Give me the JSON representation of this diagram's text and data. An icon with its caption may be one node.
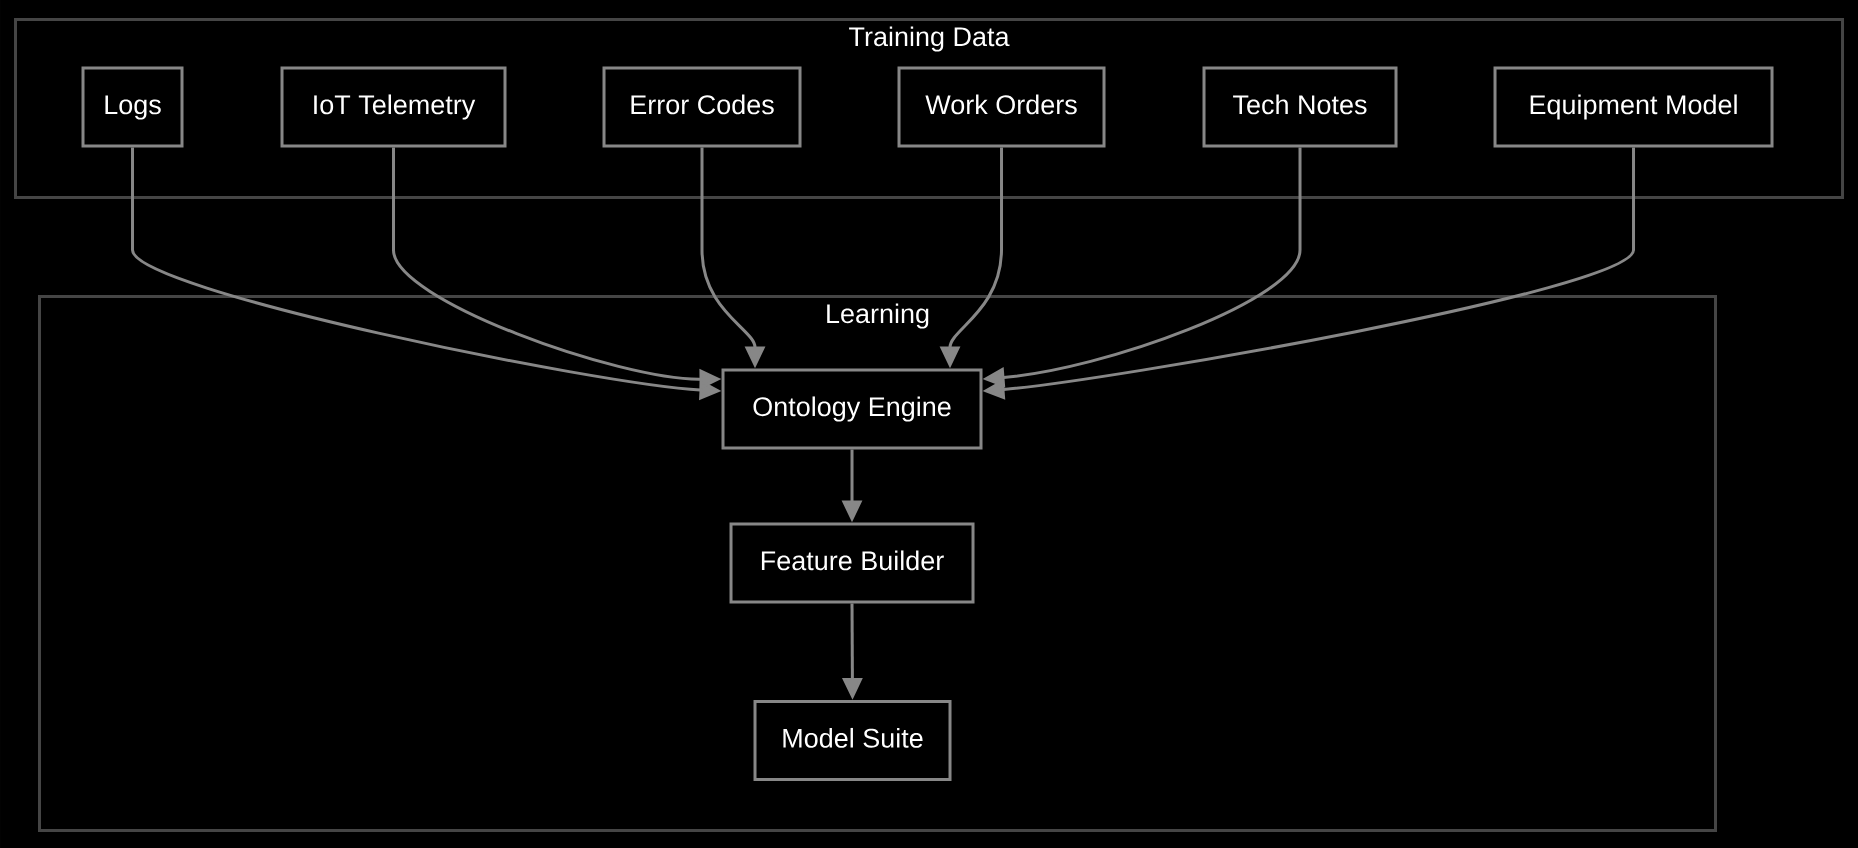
{
  "diagram": {
    "nodes": [
      {
        "text": [
          "Training Data"
        ]
      },
      {
        "text": [
          "Logs"
        ],
        "in": 0
      },
      {
        "text": [
          "IoT Telemetry"
        ],
        "in": 0
      },
      {
        "text": [
          "Error Codes"
        ],
        "in": 0
      },
      {
        "text": [
          "Work Orders"
        ],
        "in": 0
      },
      {
        "text": [
          "Tech Notes"
        ],
        "in": 0
      },
      {
        "text": [
          "Equipment Model"
        ],
        "in": 0
      },
      {
        "text": [
          "Learning"
        ]
      },
      {
        "text": [
          "Ontology Engine"
        ],
        "in": 7
      },
      {
        "text": [
          "Feature Builder"
        ],
        "in": 7
      },
      {
        "text": [
          "Model Suite"
        ],
        "in": 7
      }
    ],
    "edges": [
      {
        "from": 1,
        "to": 8,
        "arrow": "to"
      },
      {
        "from": 2,
        "to": 8,
        "arrow": "to"
      },
      {
        "from": 3,
        "to": 8,
        "arrow": "to"
      },
      {
        "from": 4,
        "to": 8,
        "arrow": "to"
      },
      {
        "from": 5,
        "to": 8,
        "arrow": "to"
      },
      {
        "from": 6,
        "to": 8,
        "arrow": "to"
      },
      {
        "from": 8,
        "to": 9,
        "arrow": "to"
      },
      {
        "from": 9,
        "to": 10,
        "arrow": "to"
      }
    ]
  }
}
